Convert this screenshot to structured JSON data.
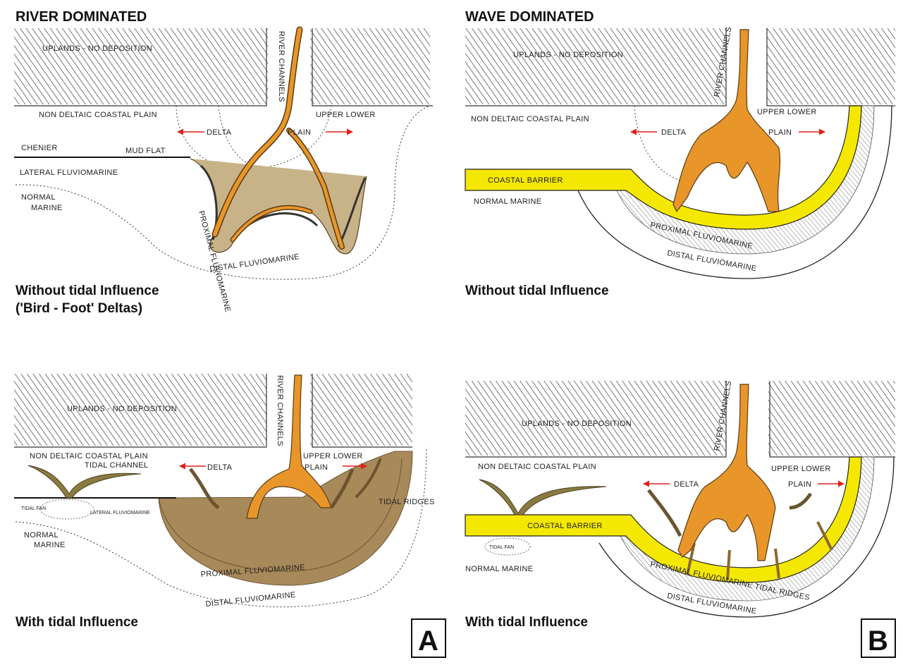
{
  "headings": {
    "river": "RIVER DOMINATED",
    "wave": "WAVE DOMINATED"
  },
  "captions": {
    "a_top_line1": "Without tidal Influence",
    "a_top_line2": "('Bird - Foot' Deltas)",
    "b_top": "Without tidal Influence",
    "a_bottom": "With tidal Influence",
    "b_bottom": "With tidal Influence"
  },
  "panel_letters": {
    "a": "A",
    "b": "B"
  },
  "labels": {
    "uplands": "UPLANDS - NO DEPOSITION",
    "river_channels": "RIVER CHANNELS",
    "non_deltaic": "NON DELTAIC COASTAL PLAIN",
    "delta": "DELTA",
    "plain": "PLAIN",
    "upper_lower": "UPPER LOWER",
    "chenier": "CHENIER",
    "mud_flat": "MUD FLAT",
    "lateral_fluviomarine": "LATERAL FLUVIOMARINE",
    "normal": "NORMAL",
    "marine": "MARINE",
    "normal_marine": "NORMAL MARINE",
    "proximal_fluviomarine": "PROXIMAL FLUVIOMARINE",
    "distal_fluviomarine": "DISTAL FLUVIOMARINE",
    "coastal_barrier": "COASTAL BARRIER",
    "tidal_channel": "TIDAL CHANNEL",
    "tidal_ridges": "TIDAL RIDGES",
    "tidal_fan": "TIDAL FAN",
    "lateral_fluviomarine_small": "LATERAL FLUVIOMARINE",
    "proximal_fluviomarine_tidal": "PROXIMAL FLUVIOMARINE TIDAL RIDGES"
  },
  "colors": {
    "channel": "#e8962a",
    "channel_edge": "#5a3a10",
    "barrier": "#f5e800",
    "tidal_brown": "#a8895a",
    "tidal_dark": "#6b5530",
    "upland_hatch": "#555555",
    "arrow": "#e0201a"
  }
}
